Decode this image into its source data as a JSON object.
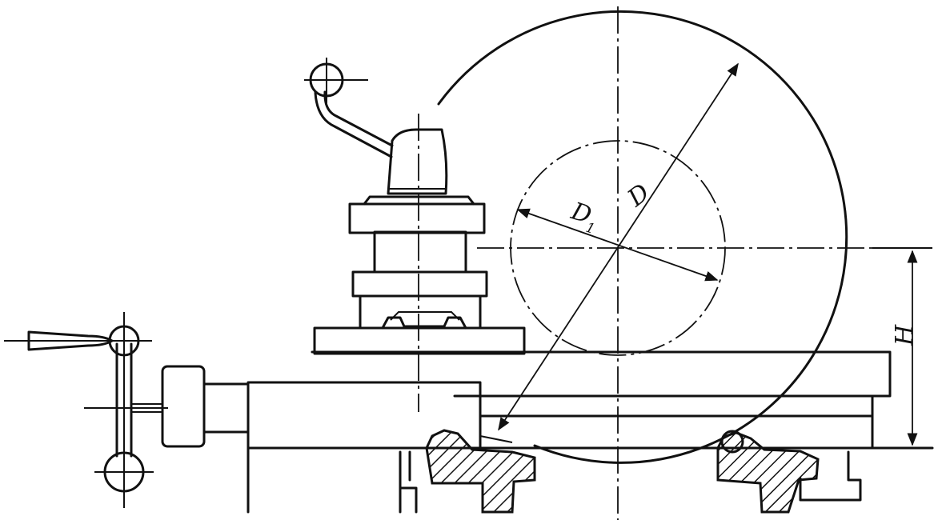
{
  "labels": {
    "swing_diameter": "D",
    "carriage_swing_diameter": "D",
    "carriage_swing_subscript": "1",
    "center_height": "H"
  }
}
